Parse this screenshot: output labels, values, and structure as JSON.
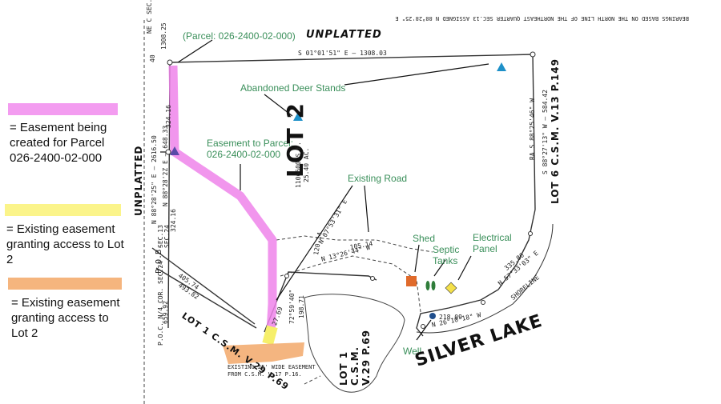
{
  "legend": {
    "items": [
      {
        "color": "#f39cf0",
        "text": "= Easement being created for Parcel 026-2400-02-000"
      },
      {
        "color": "#fbf48a",
        "text": "= Existing easement granting access to Lot 2"
      },
      {
        "color": "#f5b57e",
        "text": "= Existing easement granting access to Lot 2"
      }
    ]
  },
  "annotations": {
    "parcel_top": "(Parcel: 026-2400-02-000)",
    "deer_stands": "Abandoned Deer Stands",
    "easement_parcel": "Easement to Parcel: 026-2400-02-000",
    "existing_road": "Existing Road",
    "shed": "Shed",
    "septic": "Septic Tanks",
    "electrical": "Electrical Panel",
    "well": "Well"
  },
  "plat": {
    "lot_label": "LOT 2",
    "lot_area_sf": "1106600 S.F.",
    "lot_area_ac": "25.40 AC.",
    "unplatted_top": "UNPLATTED",
    "unplatted_left": "UNPLATTED",
    "silver_lake": "SILVER LAKE",
    "lot1_csm_top": "LOT 1 C.S.M. V.29 P.69",
    "lot1_csm_bottom": "LOT 1 C.S.M. V.29 P.69",
    "lot6_csm": "LOT 6 C.S.M. V.13 P.149",
    "bearing_top": "S 01°01'51\" E — 1308.03",
    "bearing_left": "N 88°28'2Z E — 648.33",
    "bearing_left2": "N 88°28'25\" E — 2616.50",
    "dist_324a": "324.16",
    "dist_324b": "324.16",
    "bearing_right": "S 88°27'13\" W — 584.42",
    "bearing_right2": "RA S 88°25'46\" W",
    "shoreline": "SHORELINE",
    "bearing_shore": "N 57°33'03\" E",
    "dist_335": "335.86",
    "dist_218": "218.09",
    "bearing_218": "N 26°10'18\" W",
    "road_bearing1": "N 13°26'44\" W",
    "road_bearing2": "N 07°53'31\" E",
    "dist_105": "105.14",
    "dist_120": "120.14",
    "dist_198": "198.71",
    "bearing_198": "72°59'40\"",
    "dist_27": "27.69",
    "pob": "P.O.B.",
    "poc": "P.O.C. N/4 COR. SEC.24",
    "sec13": "SEC.13",
    "sec24": "SEC.24",
    "ne_corner": "NE C SEC.2",
    "existing_easement": "EXISTING 25' WIDE EASEMENT FROM C.S.M. V.17 P.16.",
    "bearings_note": "BEARINGS BASED ON THE NORTH LINE OF THE NORTHEAST QUARTER SEC.13 ASSIGNED N 88°28'25\" E",
    "d40": "40",
    "d1308": "1308.25",
    "d659": "659.92",
    "d105_b": "405.74",
    "d493": "493.82"
  }
}
